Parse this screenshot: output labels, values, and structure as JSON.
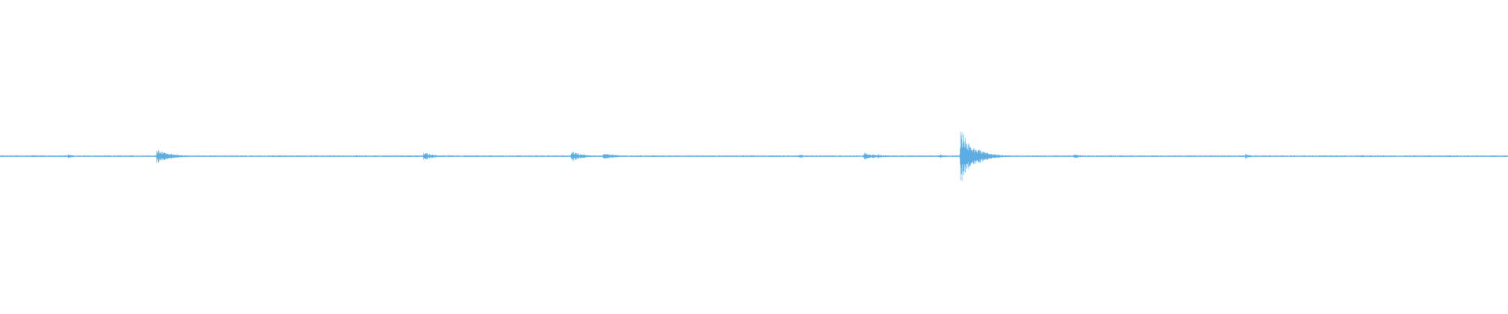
{
  "waveform": {
    "color": "#5dade2",
    "background": "#ffffff",
    "duration_units": 1000,
    "peak_scale": 1.0,
    "bursts": [
      {
        "t": 21.5,
        "amp": 0.06,
        "decay": 3,
        "density": 0.9
      },
      {
        "t": 45.0,
        "amp": 0.07,
        "decay": 5,
        "density": 0.9
      },
      {
        "t": 104.0,
        "amp": 0.3,
        "decay": 7,
        "density": 1.0
      },
      {
        "t": 111.0,
        "amp": 0.12,
        "decay": 9,
        "density": 1.0
      },
      {
        "t": 185.0,
        "amp": 0.04,
        "decay": 4,
        "density": 0.6
      },
      {
        "t": 236.0,
        "amp": 0.04,
        "decay": 4,
        "density": 0.6
      },
      {
        "t": 281.0,
        "amp": 0.18,
        "decay": 6,
        "density": 1.0
      },
      {
        "t": 297.0,
        "amp": 0.05,
        "decay": 5,
        "density": 0.8
      },
      {
        "t": 379.0,
        "amp": 0.2,
        "decay": 7,
        "density": 1.0
      },
      {
        "t": 400.0,
        "amp": 0.12,
        "decay": 9,
        "density": 1.0
      },
      {
        "t": 433.0,
        "amp": 0.05,
        "decay": 5,
        "density": 0.8
      },
      {
        "t": 511.0,
        "amp": 0.04,
        "decay": 3,
        "density": 0.6
      },
      {
        "t": 530.0,
        "amp": 0.07,
        "decay": 6,
        "density": 0.9
      },
      {
        "t": 551.0,
        "amp": 0.04,
        "decay": 5,
        "density": 0.6
      },
      {
        "t": 573.0,
        "amp": 0.14,
        "decay": 7,
        "density": 1.0
      },
      {
        "t": 582.0,
        "amp": 0.08,
        "decay": 8,
        "density": 0.9
      },
      {
        "t": 623.0,
        "amp": 0.08,
        "decay": 5,
        "density": 0.9
      },
      {
        "t": 637.0,
        "amp": 1.0,
        "decay": 9,
        "density": 1.0
      },
      {
        "t": 645.0,
        "amp": 0.12,
        "decay": 10,
        "density": 1.0
      },
      {
        "t": 712.0,
        "amp": 0.08,
        "decay": 7,
        "density": 0.9
      },
      {
        "t": 735.0,
        "amp": 0.04,
        "decay": 5,
        "density": 0.7
      },
      {
        "t": 826.0,
        "amp": 0.1,
        "decay": 3,
        "density": 0.9
      },
      {
        "t": 902.0,
        "amp": 0.05,
        "decay": 6,
        "density": 0.8
      },
      {
        "t": 960.0,
        "amp": 0.04,
        "decay": 5,
        "density": 0.7
      }
    ]
  }
}
